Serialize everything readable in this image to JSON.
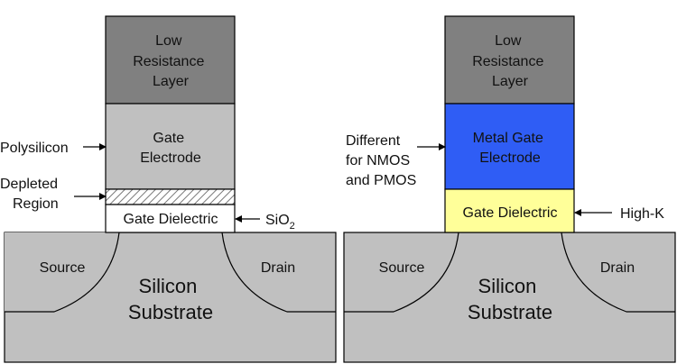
{
  "colors": {
    "low_resistance_layer": "#808080",
    "gate_electrode": "#c0c0c0",
    "metal_gate_electrode": "#2f5df5",
    "high_k_dielectric": "#ffff99",
    "sio2_dielectric": "#ffffff",
    "substrate": "#c0c0c0",
    "outline": "#000000"
  },
  "left": {
    "low_resistance": [
      "Low",
      "Resistance",
      "Layer"
    ],
    "gate_electrode": [
      "Gate",
      "Electrode"
    ],
    "gate_dielectric": "Gate Dielectric",
    "callout_polysilicon": "Polysilicon",
    "callout_depleted": [
      "Depleted",
      "Region"
    ],
    "callout_sio2": "SiO",
    "callout_sio2_sub": "2",
    "source": "Source",
    "drain": "Drain",
    "substrate": [
      "Silicon",
      "Substrate"
    ]
  },
  "right": {
    "low_resistance": [
      "Low",
      "Resistance",
      "Layer"
    ],
    "gate_electrode": [
      "Metal Gate",
      "Electrode"
    ],
    "gate_dielectric": "Gate Dielectric",
    "callout_different": [
      "Different",
      "for NMOS",
      "and PMOS"
    ],
    "callout_highk": "High-K",
    "source": "Source",
    "drain": "Drain",
    "substrate": [
      "Silicon",
      "Substrate"
    ]
  }
}
